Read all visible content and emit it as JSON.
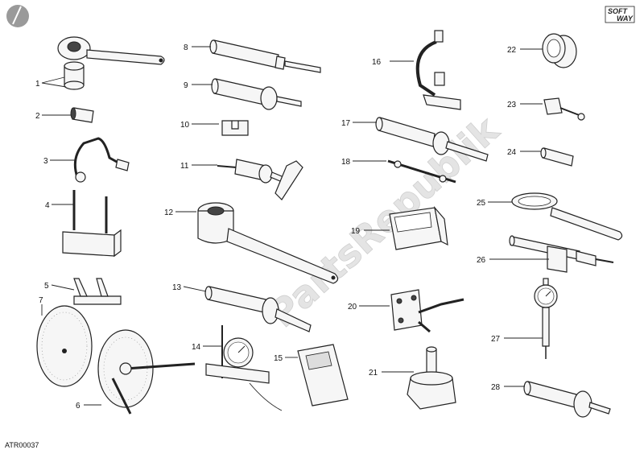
{
  "reference_code": "ATR00037",
  "watermark": "PartsRepublik",
  "logo": {
    "line1": "SOFT",
    "line2": "WAY"
  },
  "callouts": [
    {
      "id": "1",
      "label": "1"
    },
    {
      "id": "2",
      "label": "2"
    },
    {
      "id": "3",
      "label": "3"
    },
    {
      "id": "4",
      "label": "4"
    },
    {
      "id": "5",
      "label": "5"
    },
    {
      "id": "6",
      "label": "6"
    },
    {
      "id": "7",
      "label": "7"
    },
    {
      "id": "8",
      "label": "8"
    },
    {
      "id": "9",
      "label": "9"
    },
    {
      "id": "10",
      "label": "10"
    },
    {
      "id": "11",
      "label": "11"
    },
    {
      "id": "12",
      "label": "12"
    },
    {
      "id": "13",
      "label": "13"
    },
    {
      "id": "14",
      "label": "14"
    },
    {
      "id": "15",
      "label": "15"
    },
    {
      "id": "16",
      "label": "16"
    },
    {
      "id": "17",
      "label": "17"
    },
    {
      "id": "18",
      "label": "18"
    },
    {
      "id": "19",
      "label": "19"
    },
    {
      "id": "20",
      "label": "20"
    },
    {
      "id": "21",
      "label": "21"
    },
    {
      "id": "22",
      "label": "22"
    },
    {
      "id": "23",
      "label": "23"
    },
    {
      "id": "24",
      "label": "24"
    },
    {
      "id": "25",
      "label": "25"
    },
    {
      "id": "26",
      "label": "26"
    },
    {
      "id": "27",
      "label": "27"
    },
    {
      "id": "28",
      "label": "28"
    }
  ]
}
